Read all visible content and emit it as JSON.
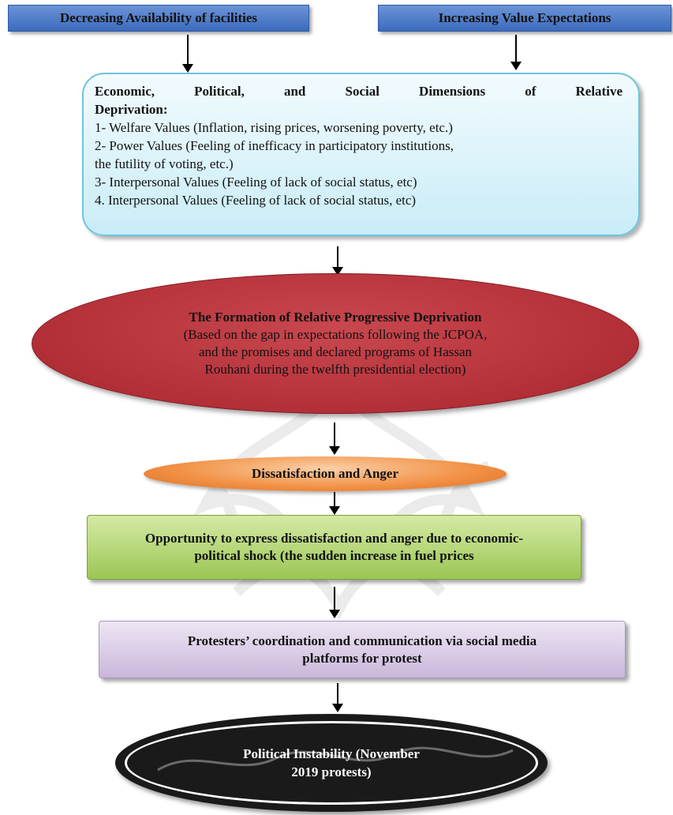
{
  "top": {
    "left_label": "Decreasing Availability of facilities",
    "right_label": "Increasing Value Expectations"
  },
  "dimensions": {
    "heading_line1": "Economic, Political, and Social Dimensions of Relative",
    "heading_line2": "Deprivation:",
    "item1": "1- Welfare Values (Inflation, rising prices, worsening poverty, etc.)",
    "item2_line1": "2- Power Values (Feeling of inefficacy in participatory institutions,",
    "item2_line2": "the futility of voting, etc.)",
    "item3": "3- Interpersonal Values (Feeling of lack of social status, etc)",
    "item4": "4. Interpersonal Values (Feeling of lack of social status, etc)"
  },
  "formation": {
    "title": "The Formation of Relative Progressive Deprivation",
    "line1": "(Based on the gap in expectations following the JCPOA,",
    "line2": "and the promises and declared programs of Hassan",
    "line3": "Rouhani during the twelfth presidential election)"
  },
  "dissatisfaction": {
    "label": "Dissatisfaction and Anger"
  },
  "opportunity": {
    "line1": "Opportunity to express dissatisfaction and anger due to economic-",
    "line2": "political shock (the sudden increase in fuel prices"
  },
  "coordination": {
    "line1": "Protesters’ coordination and communication via social media",
    "line2": "platforms for protest"
  },
  "instability": {
    "line1": "Political Instability (November",
    "line2": "2019 protests)"
  },
  "colors": {
    "top_boxes": "#4f7ec9",
    "dimensions_box": "#d7f1f9",
    "formation_ellipse": "#b83a41",
    "dissatisfaction_ellipse": "#f2944a",
    "opportunity_box": "#b2d57a",
    "coordination_box": "#d8cbe6",
    "instability_ellipse": "#1a1a1a"
  }
}
